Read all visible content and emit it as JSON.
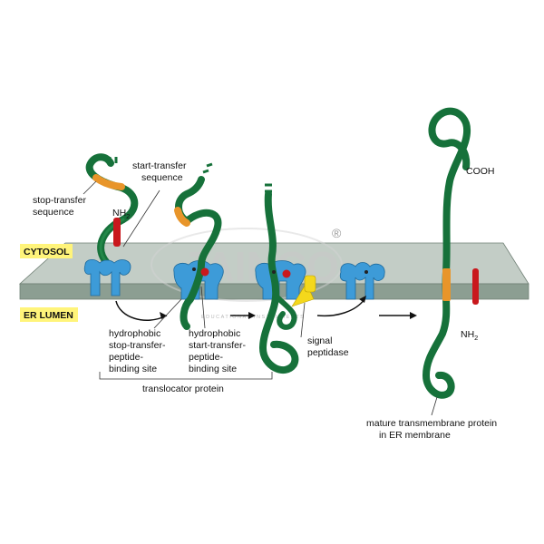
{
  "labels": {
    "cytosol": "CYTOSOL",
    "er_lumen": "ER LUMEN",
    "stop_transfer_line1": "stop-transfer",
    "stop_transfer_line2": "sequence",
    "start_transfer_line1": "start-transfer",
    "start_transfer_line2": "sequence",
    "nh2_top": "NH",
    "nh2_top_sub": "2",
    "hydro_stop_line1": "hydrophobic",
    "hydro_stop_line2": "stop-transfer-",
    "hydro_stop_line3": "peptide-",
    "hydro_stop_line4": "binding site",
    "hydro_start_line1": "hydrophobic",
    "hydro_start_line2": "start-transfer-",
    "hydro_start_line3": "peptide-",
    "hydro_start_line4": "binding site",
    "translocator": "translocator protein",
    "signal_line1": "signal",
    "signal_line2": "peptidase",
    "cooh": "COOH",
    "nh2_bottom": "NH",
    "nh2_bottom_sub": "2",
    "mature_line1": "mature transmembrane protein",
    "mature_line2": "in ER membrane"
  },
  "watermark": {
    "logo_text": "JAINCO",
    "registered": "®",
    "tagline": "EDUCATIONAL INSTRUMENTS"
  },
  "colors": {
    "polypeptide": "#16713a",
    "membrane_top": "#c3cdc6",
    "membrane_front": "#8c9e92",
    "translocator": "#3d9bd8",
    "stop_transfer_segment": "#e8952a",
    "start_transfer_segment": "#c9181d",
    "signal_peptidase": "#f4d81c",
    "compartment_tag": "#fff47a"
  }
}
